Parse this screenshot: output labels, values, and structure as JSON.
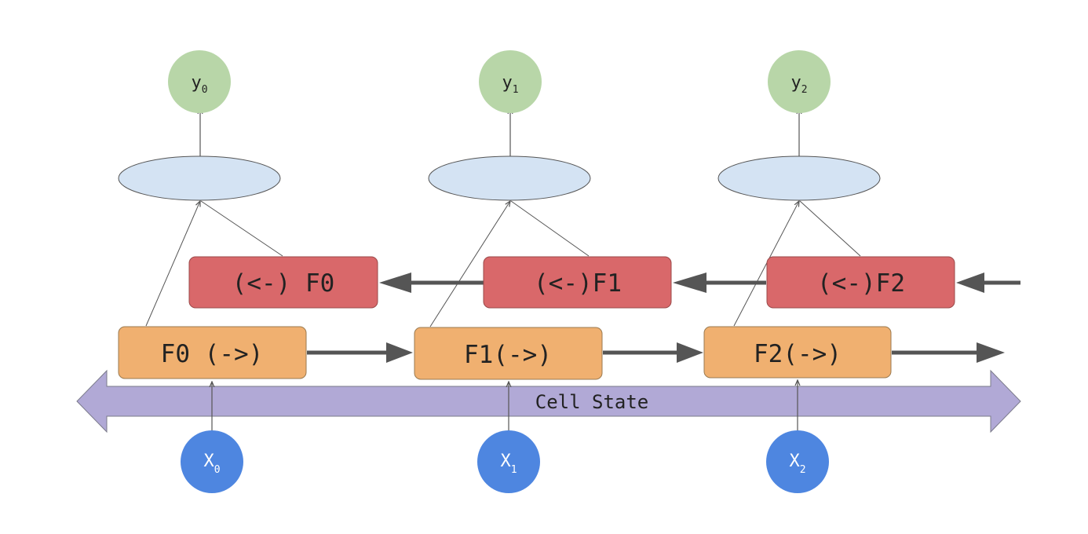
{
  "cell_state": {
    "label": "Cell State"
  },
  "outputs": [
    {
      "base": "y",
      "sub": "0"
    },
    {
      "base": "y",
      "sub": "1"
    },
    {
      "base": "y",
      "sub": "2"
    }
  ],
  "inputs": [
    {
      "base": "X",
      "sub": "0"
    },
    {
      "base": "X",
      "sub": "1"
    },
    {
      "base": "X",
      "sub": "2"
    }
  ],
  "forward_cells": [
    {
      "label": "F0 (->)"
    },
    {
      "label": "F1(->)"
    },
    {
      "label": "F2(->)"
    }
  ],
  "backward_cells": [
    {
      "label": "(<-) F0"
    },
    {
      "label": "(<-)F1"
    },
    {
      "label": "(<-)F2"
    }
  ],
  "colors": {
    "forward_fill": "#f0b070",
    "backward_fill": "#d9686a",
    "output_fill": "#b8d6a8",
    "input_fill": "#4e86e0",
    "combiner_fill": "#d4e3f3",
    "cell_state_fill": "#b1a9d6",
    "arrow": "#555555"
  }
}
